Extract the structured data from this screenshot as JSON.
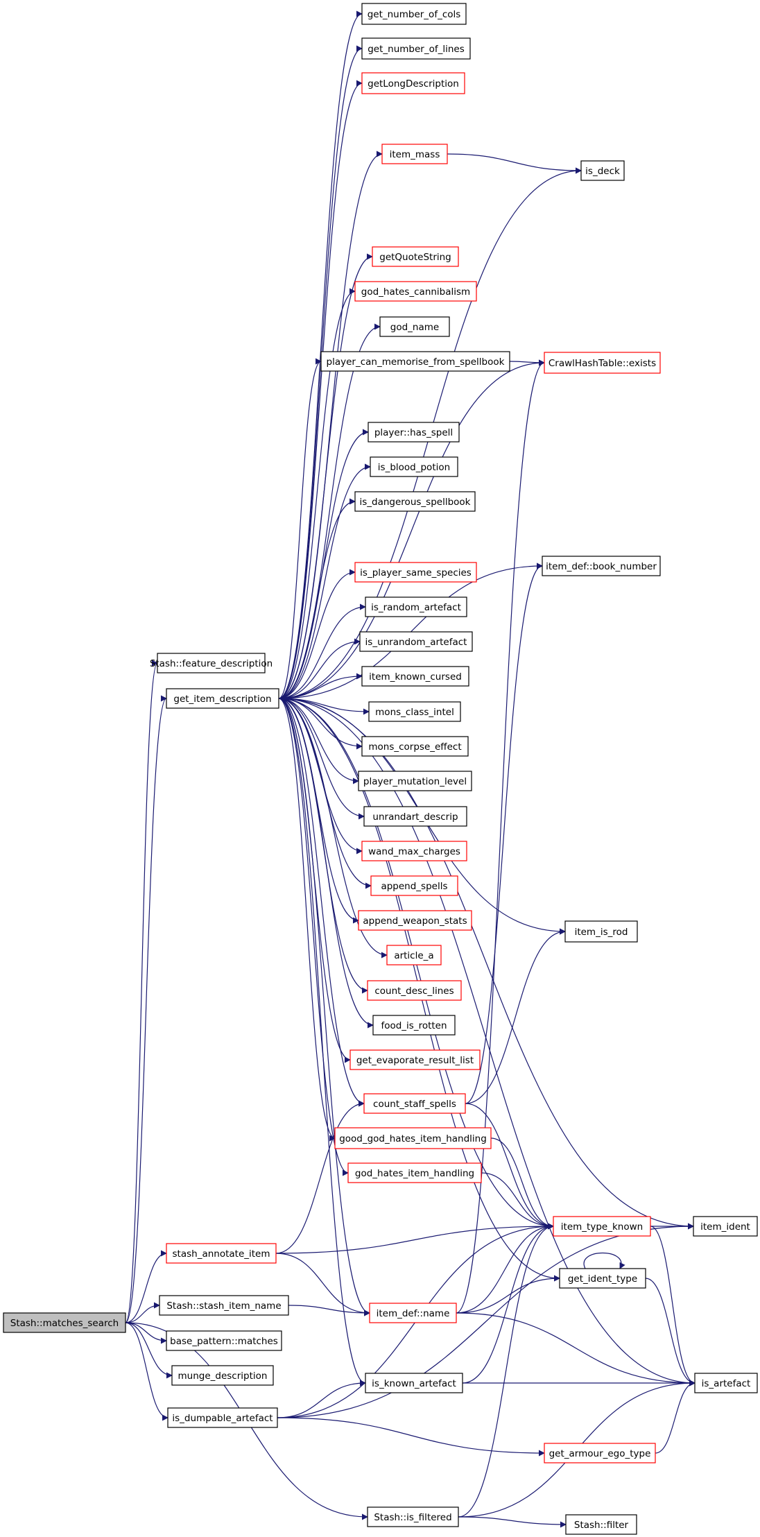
{
  "diagram": {
    "colors": {
      "edge": "#191970",
      "box_documented": "#000000",
      "box_undocumented": "#ff0000",
      "root_fill": "#bfbfbf",
      "background": "#ffffff"
    },
    "nodes": [
      {
        "id": "n01",
        "label": "get_number_of_cols",
        "style": "black"
      },
      {
        "id": "n02",
        "label": "get_number_of_lines",
        "style": "black"
      },
      {
        "id": "n03",
        "label": "getLongDescription",
        "style": "red"
      },
      {
        "id": "n04",
        "label": "item_mass",
        "style": "red"
      },
      {
        "id": "n05",
        "label": "is_deck",
        "style": "black"
      },
      {
        "id": "n06",
        "label": "getQuoteString",
        "style": "red"
      },
      {
        "id": "n07",
        "label": "god_hates_cannibalism",
        "style": "red"
      },
      {
        "id": "n08",
        "label": "god_name",
        "style": "black"
      },
      {
        "id": "n09",
        "label": "player_can_memorise_from_spellbook",
        "style": "black"
      },
      {
        "id": "n10",
        "label": "CrawlHashTable::exists",
        "style": "red"
      },
      {
        "id": "n11",
        "label": "player::has_spell",
        "style": "black"
      },
      {
        "id": "n12",
        "label": "is_blood_potion",
        "style": "black"
      },
      {
        "id": "n13",
        "label": "is_dangerous_spellbook",
        "style": "black"
      },
      {
        "id": "n14",
        "label": "item_def::book_number",
        "style": "black"
      },
      {
        "id": "n15",
        "label": "is_player_same_species",
        "style": "red"
      },
      {
        "id": "n16",
        "label": "is_random_artefact",
        "style": "black"
      },
      {
        "id": "n17",
        "label": "is_unrandom_artefact",
        "style": "black"
      },
      {
        "id": "n18",
        "label": "Stash::feature_description",
        "style": "black"
      },
      {
        "id": "n19",
        "label": "item_known_cursed",
        "style": "black"
      },
      {
        "id": "n20",
        "label": "get_item_description",
        "style": "black"
      },
      {
        "id": "n21",
        "label": "mons_class_intel",
        "style": "black"
      },
      {
        "id": "n22",
        "label": "mons_corpse_effect",
        "style": "black"
      },
      {
        "id": "n23",
        "label": "player_mutation_level",
        "style": "black"
      },
      {
        "id": "n24",
        "label": "unrandart_descrip",
        "style": "black"
      },
      {
        "id": "n25",
        "label": "wand_max_charges",
        "style": "red"
      },
      {
        "id": "n26",
        "label": "append_spells",
        "style": "red"
      },
      {
        "id": "n27",
        "label": "append_weapon_stats",
        "style": "red"
      },
      {
        "id": "n28",
        "label": "item_is_rod",
        "style": "black"
      },
      {
        "id": "n29",
        "label": "article_a",
        "style": "red"
      },
      {
        "id": "n30",
        "label": "count_desc_lines",
        "style": "red"
      },
      {
        "id": "n31",
        "label": "food_is_rotten",
        "style": "black"
      },
      {
        "id": "n32",
        "label": "get_evaporate_result_list",
        "style": "red"
      },
      {
        "id": "n33",
        "label": "count_staff_spells",
        "style": "red"
      },
      {
        "id": "n34",
        "label": "good_god_hates_item_handling",
        "style": "red"
      },
      {
        "id": "n35",
        "label": "god_hates_item_handling",
        "style": "red"
      },
      {
        "id": "n36",
        "label": "item_type_known",
        "style": "red"
      },
      {
        "id": "n37",
        "label": "item_ident",
        "style": "black"
      },
      {
        "id": "n38",
        "label": "stash_annotate_item",
        "style": "red"
      },
      {
        "id": "n39",
        "label": "get_ident_type",
        "style": "black"
      },
      {
        "id": "n40",
        "label": "Stash::stash_item_name",
        "style": "black"
      },
      {
        "id": "n41",
        "label": "item_def::name",
        "style": "red"
      },
      {
        "id": "n42",
        "label": "Stash::matches_search",
        "style": "root"
      },
      {
        "id": "n43",
        "label": "base_pattern::matches",
        "style": "black"
      },
      {
        "id": "n44",
        "label": "munge_description",
        "style": "black"
      },
      {
        "id": "n45",
        "label": "is_artefact",
        "style": "black"
      },
      {
        "id": "n46",
        "label": "is_known_artefact",
        "style": "black"
      },
      {
        "id": "n47",
        "label": "is_dumpable_artefact",
        "style": "black"
      },
      {
        "id": "n48",
        "label": "get_armour_ego_type",
        "style": "red"
      },
      {
        "id": "n49",
        "label": "Stash::is_filtered",
        "style": "black"
      },
      {
        "id": "n50",
        "label": "Stash::filter",
        "style": "black"
      }
    ],
    "edges": [
      [
        "n42",
        "n18"
      ],
      [
        "n42",
        "n20"
      ],
      [
        "n42",
        "n38"
      ],
      [
        "n42",
        "n40"
      ],
      [
        "n42",
        "n43"
      ],
      [
        "n42",
        "n44"
      ],
      [
        "n42",
        "n47"
      ],
      [
        "n42",
        "n49"
      ],
      [
        "n20",
        "n01"
      ],
      [
        "n20",
        "n02"
      ],
      [
        "n20",
        "n03"
      ],
      [
        "n20",
        "n04"
      ],
      [
        "n20",
        "n05"
      ],
      [
        "n20",
        "n37"
      ],
      [
        "n20",
        "n06"
      ],
      [
        "n20",
        "n07"
      ],
      [
        "n20",
        "n08"
      ],
      [
        "n20",
        "n09"
      ],
      [
        "n20",
        "n10"
      ],
      [
        "n20",
        "n11"
      ],
      [
        "n20",
        "n12"
      ],
      [
        "n20",
        "n13"
      ],
      [
        "n20",
        "n14"
      ],
      [
        "n20",
        "n15"
      ],
      [
        "n20",
        "n16"
      ],
      [
        "n20",
        "n17"
      ],
      [
        "n20",
        "n19"
      ],
      [
        "n20",
        "n21"
      ],
      [
        "n20",
        "n22"
      ],
      [
        "n20",
        "n23"
      ],
      [
        "n20",
        "n24"
      ],
      [
        "n20",
        "n25"
      ],
      [
        "n20",
        "n26"
      ],
      [
        "n20",
        "n27"
      ],
      [
        "n20",
        "n28"
      ],
      [
        "n20",
        "n29"
      ],
      [
        "n20",
        "n30"
      ],
      [
        "n20",
        "n31"
      ],
      [
        "n20",
        "n32"
      ],
      [
        "n20",
        "n33"
      ],
      [
        "n20",
        "n34"
      ],
      [
        "n20",
        "n35"
      ],
      [
        "n20",
        "n36"
      ],
      [
        "n20",
        "n39"
      ],
      [
        "n20",
        "n41"
      ],
      [
        "n20",
        "n45"
      ],
      [
        "n20",
        "n46"
      ],
      [
        "n04",
        "n05"
      ],
      [
        "n09",
        "n10"
      ],
      [
        "n33",
        "n14"
      ],
      [
        "n33",
        "n28"
      ],
      [
        "n33",
        "n36"
      ],
      [
        "n34",
        "n36"
      ],
      [
        "n35",
        "n36"
      ],
      [
        "n36",
        "n37"
      ],
      [
        "n36",
        "n45"
      ],
      [
        "n38",
        "n33"
      ],
      [
        "n38",
        "n36"
      ],
      [
        "n38",
        "n41"
      ],
      [
        "n40",
        "n41"
      ],
      [
        "n41",
        "n10"
      ],
      [
        "n41",
        "n36"
      ],
      [
        "n41",
        "n39"
      ],
      [
        "n41",
        "n45"
      ],
      [
        "n39",
        "n39"
      ],
      [
        "n39",
        "n45"
      ],
      [
        "n46",
        "n36"
      ],
      [
        "n46",
        "n45"
      ],
      [
        "n47",
        "n46"
      ],
      [
        "n47",
        "n36"
      ],
      [
        "n47",
        "n37"
      ],
      [
        "n47",
        "n48"
      ],
      [
        "n48",
        "n45"
      ],
      [
        "n49",
        "n36"
      ],
      [
        "n49",
        "n45"
      ],
      [
        "n49",
        "n50"
      ]
    ]
  }
}
